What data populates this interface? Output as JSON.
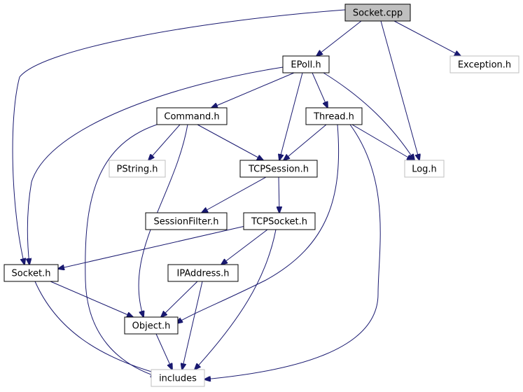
{
  "graph": {
    "colors": {
      "edge": "#191970",
      "root_fill": "#bfbfbf",
      "node_border": "#000000",
      "external_border": "#bfbfbf"
    },
    "nodes": [
      {
        "id": "socket_cpp",
        "label": "Socket.cpp",
        "kind": "root"
      },
      {
        "id": "epoll_h",
        "label": "EPoll.h",
        "kind": "file"
      },
      {
        "id": "exception_h",
        "label": "Exception.h",
        "kind": "external"
      },
      {
        "id": "command_h",
        "label": "Command.h",
        "kind": "file"
      },
      {
        "id": "thread_h",
        "label": "Thread.h",
        "kind": "file"
      },
      {
        "id": "pstring_h",
        "label": "PString.h",
        "kind": "external"
      },
      {
        "id": "tcpsession_h",
        "label": "TCPSession.h",
        "kind": "file"
      },
      {
        "id": "log_h",
        "label": "Log.h",
        "kind": "external"
      },
      {
        "id": "sessionfilter_h",
        "label": "SessionFilter.h",
        "kind": "file"
      },
      {
        "id": "tcpsocket_h",
        "label": "TCPSocket.h",
        "kind": "file"
      },
      {
        "id": "socket_h",
        "label": "Socket.h",
        "kind": "file"
      },
      {
        "id": "ipaddress_h",
        "label": "IPAddress.h",
        "kind": "file"
      },
      {
        "id": "object_h",
        "label": "Object.h",
        "kind": "file"
      },
      {
        "id": "includes",
        "label": "includes",
        "kind": "external"
      }
    ],
    "edges": [
      [
        "socket_cpp",
        "epoll_h"
      ],
      [
        "socket_cpp",
        "exception_h"
      ],
      [
        "socket_cpp",
        "log_h"
      ],
      [
        "socket_cpp",
        "socket_h"
      ],
      [
        "epoll_h",
        "command_h"
      ],
      [
        "epoll_h",
        "thread_h"
      ],
      [
        "epoll_h",
        "tcpsession_h"
      ],
      [
        "epoll_h",
        "log_h"
      ],
      [
        "epoll_h",
        "socket_h"
      ],
      [
        "command_h",
        "pstring_h"
      ],
      [
        "command_h",
        "tcpsession_h"
      ],
      [
        "command_h",
        "object_h"
      ],
      [
        "command_h",
        "includes"
      ],
      [
        "thread_h",
        "tcpsession_h"
      ],
      [
        "thread_h",
        "log_h"
      ],
      [
        "thread_h",
        "object_h"
      ],
      [
        "thread_h",
        "includes"
      ],
      [
        "tcpsession_h",
        "sessionfilter_h"
      ],
      [
        "tcpsession_h",
        "tcpsocket_h"
      ],
      [
        "tcpsocket_h",
        "socket_h"
      ],
      [
        "tcpsocket_h",
        "ipaddress_h"
      ],
      [
        "tcpsocket_h",
        "includes"
      ],
      [
        "socket_h",
        "object_h"
      ],
      [
        "socket_h",
        "includes"
      ],
      [
        "ipaddress_h",
        "object_h"
      ],
      [
        "ipaddress_h",
        "includes"
      ],
      [
        "object_h",
        "includes"
      ]
    ]
  }
}
